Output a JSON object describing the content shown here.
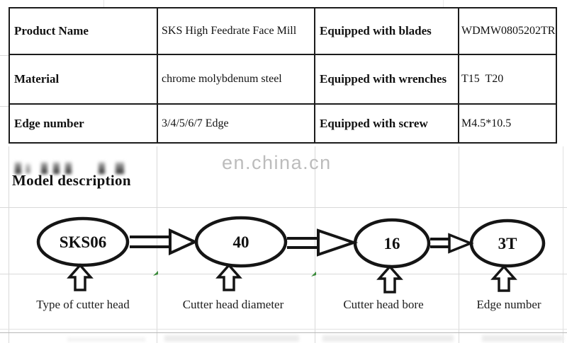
{
  "table": {
    "rows": [
      {
        "label1": "Product Name",
        "value1": "SKS High Feedrate Face Mill",
        "label2": "Equipped with blades",
        "value2": "WDMW0805202TR"
      },
      {
        "label1": "Material",
        "value1": "chrome molybdenum steel",
        "label2": "Equipped with wrenches",
        "value2": "T15  T20"
      },
      {
        "label1": "Edge number",
        "value1": "3/4/5/6/7 Edge",
        "label2": "Equipped with screw",
        "value2": "M4.5*10.5"
      }
    ]
  },
  "watermark": {
    "text": "en.china.cn"
  },
  "section": {
    "title": "Model description"
  },
  "diagram": {
    "nodes": [
      {
        "code": "SKS06",
        "label": "Type of cutter head"
      },
      {
        "code": "40",
        "label": "Cutter head diameter"
      },
      {
        "code": "16",
        "label": "Cutter head bore"
      },
      {
        "code": "3T",
        "label": "Edge number"
      }
    ]
  },
  "colors": {
    "table_border": "#1c1c1c",
    "ink": "#111111",
    "watermark": "#bcbcbc",
    "gridline": "#d9d9d9",
    "green_mark": "#3c8c3c"
  }
}
